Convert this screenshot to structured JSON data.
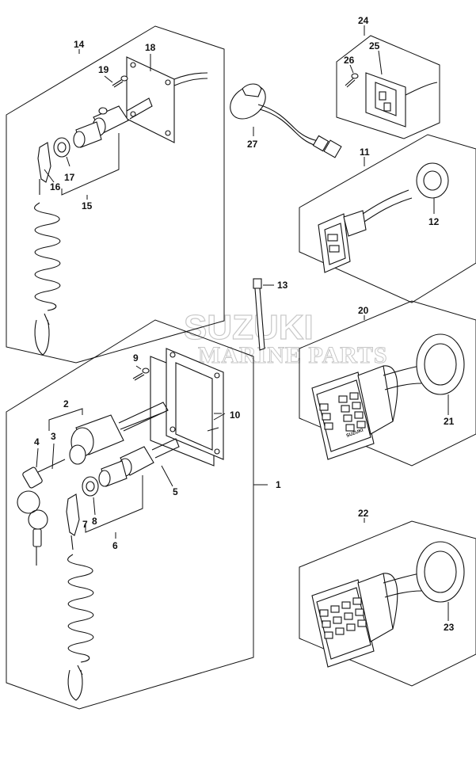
{
  "watermark": {
    "line1": "SUZUKI",
    "line2": "MARINE PARTS"
  },
  "callouts": {
    "c1": "1",
    "c2": "2",
    "c3": "3",
    "c4": "4",
    "c5": "5",
    "c6": "6",
    "c7": "7",
    "c8": "8",
    "c9": "9",
    "c10": "10",
    "c11": "11",
    "c12": "12",
    "c13": "13",
    "c14": "14",
    "c15": "15",
    "c16": "16",
    "c17": "17",
    "c18": "18",
    "c19": "19",
    "c20": "20",
    "c21": "21",
    "c22": "22",
    "c23": "23",
    "c24": "24",
    "c25": "25",
    "c26": "26",
    "c27": "27"
  },
  "switch_panel_text": "SUZUKI"
}
